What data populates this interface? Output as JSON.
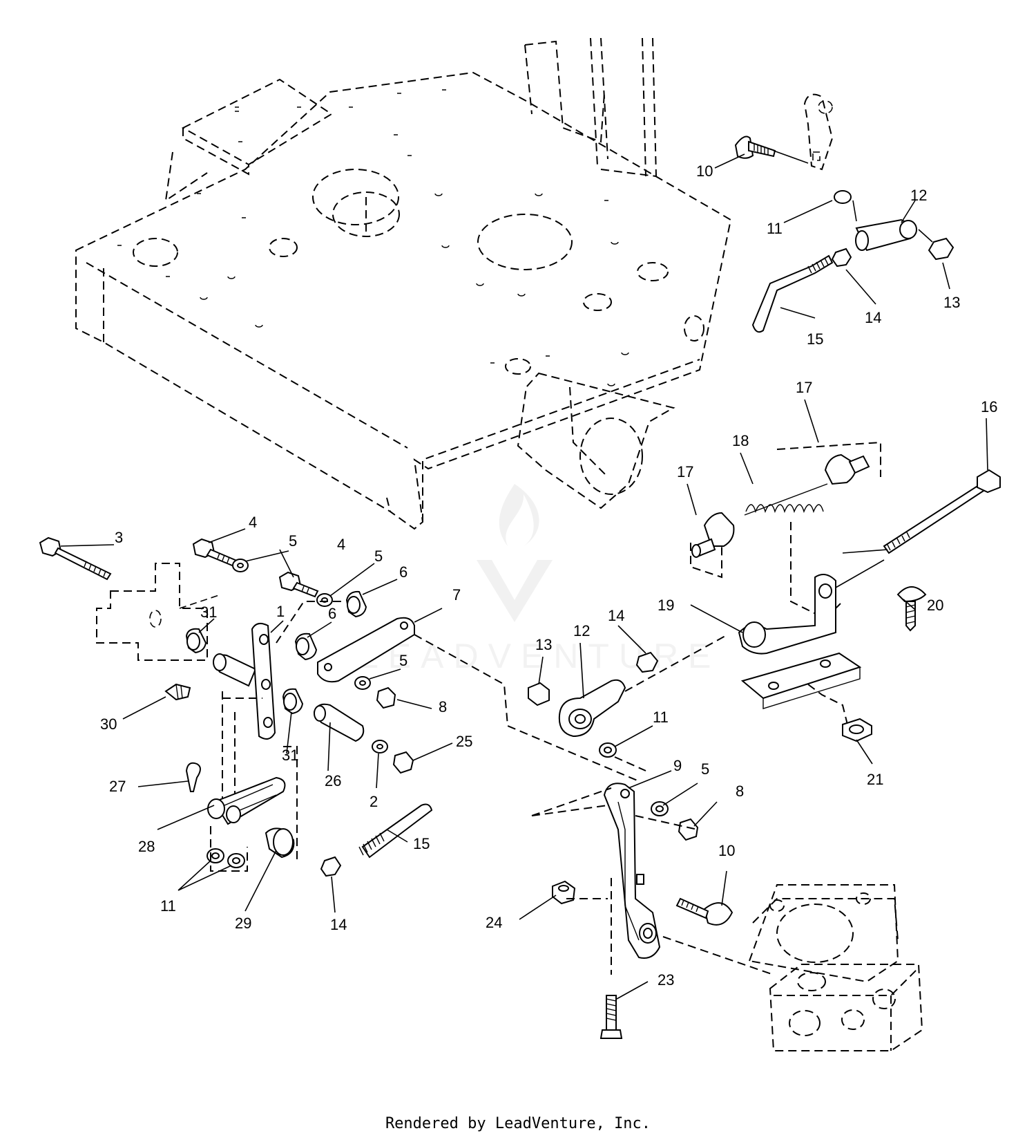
{
  "watermark": "LEADVENTURE",
  "footer": "Rendered by LeadVenture, Inc.",
  "callouts": [
    {
      "id": "c10a",
      "text": "10"
    },
    {
      "id": "c11a",
      "text": "11"
    },
    {
      "id": "c12a",
      "text": "12"
    },
    {
      "id": "c13a",
      "text": "13"
    },
    {
      "id": "c14a",
      "text": "14"
    },
    {
      "id": "c15a",
      "text": "15"
    },
    {
      "id": "c17a",
      "text": "17"
    },
    {
      "id": "c17b",
      "text": "17"
    },
    {
      "id": "c18",
      "text": "18"
    },
    {
      "id": "c16",
      "text": "16"
    },
    {
      "id": "c3",
      "text": "3"
    },
    {
      "id": "c4a",
      "text": "4"
    },
    {
      "id": "c4b",
      "text": "4"
    },
    {
      "id": "c5a",
      "text": "5"
    },
    {
      "id": "c5b",
      "text": "5"
    },
    {
      "id": "c6a",
      "text": "6"
    },
    {
      "id": "c6b",
      "text": "6"
    },
    {
      "id": "c7",
      "text": "7"
    },
    {
      "id": "c1",
      "text": "1"
    },
    {
      "id": "c31a",
      "text": "31"
    },
    {
      "id": "c31b",
      "text": "31"
    },
    {
      "id": "c5c",
      "text": "5"
    },
    {
      "id": "c8a",
      "text": "8"
    },
    {
      "id": "c30",
      "text": "30"
    },
    {
      "id": "c26",
      "text": "26"
    },
    {
      "id": "c2",
      "text": "2"
    },
    {
      "id": "c25",
      "text": "25"
    },
    {
      "id": "c27",
      "text": "27"
    },
    {
      "id": "c28",
      "text": "28"
    },
    {
      "id": "c11b",
      "text": "11"
    },
    {
      "id": "c29",
      "text": "29"
    },
    {
      "id": "c14b",
      "text": "14"
    },
    {
      "id": "c15b",
      "text": "15"
    },
    {
      "id": "c13b",
      "text": "13"
    },
    {
      "id": "c12b",
      "text": "12"
    },
    {
      "id": "c14c",
      "text": "14"
    },
    {
      "id": "c11c",
      "text": "11"
    },
    {
      "id": "c19",
      "text": "19"
    },
    {
      "id": "c20",
      "text": "20"
    },
    {
      "id": "c21",
      "text": "21"
    },
    {
      "id": "c9",
      "text": "9"
    },
    {
      "id": "c5d",
      "text": "5"
    },
    {
      "id": "c8b",
      "text": "8"
    },
    {
      "id": "c10b",
      "text": "10"
    },
    {
      "id": "c24",
      "text": "24"
    },
    {
      "id": "c23",
      "text": "23"
    }
  ]
}
